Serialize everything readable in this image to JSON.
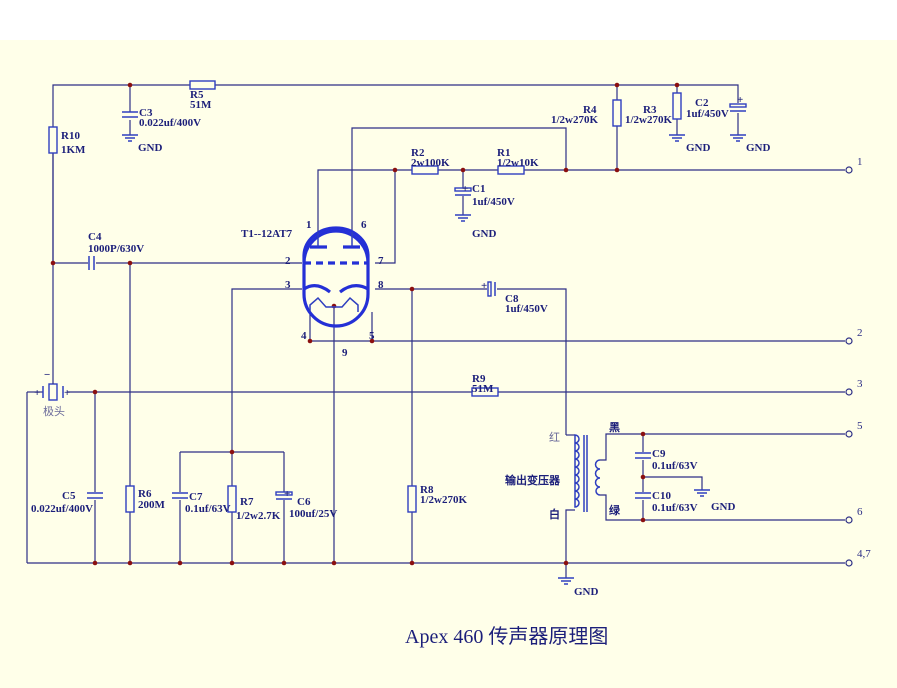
{
  "title": "Apex 460 传声器原理图",
  "tube": {
    "ref": "T1--12AT7",
    "pins": [
      "1",
      "2",
      "3",
      "4",
      "5",
      "6",
      "7",
      "8",
      "9"
    ]
  },
  "components": {
    "R1": {
      "ref": "R1",
      "value": "1/2w10K"
    },
    "R2": {
      "ref": "R2",
      "value": "2w100K"
    },
    "R3": {
      "ref": "R3",
      "value": "1/2w270K"
    },
    "R4": {
      "ref": "R4",
      "value": "1/2w270K"
    },
    "R5": {
      "ref": "R5",
      "value": "51M"
    },
    "R6": {
      "ref": "R6",
      "value": "200M"
    },
    "R7": {
      "ref": "R7",
      "value": "1/2w2.7K"
    },
    "R8": {
      "ref": "R8",
      "value": "1/2w270K"
    },
    "R9": {
      "ref": "R9",
      "value": "51M"
    },
    "R10": {
      "ref": "R10",
      "value": "1KM"
    },
    "C1": {
      "ref": "C1",
      "value": "1uf/450V"
    },
    "C2": {
      "ref": "C2",
      "value": "1uf/450V"
    },
    "C3": {
      "ref": "C3",
      "value": "0.022uf/400V"
    },
    "C4": {
      "ref": "C4",
      "value": "1000P/630V"
    },
    "C5": {
      "ref": "C5",
      "value": "0.022uf/400V"
    },
    "C6": {
      "ref": "C6",
      "value": "100uf/25V"
    },
    "C7": {
      "ref": "C7",
      "value": "0.1uf/63V"
    },
    "C8": {
      "ref": "C8",
      "value": "1uf/450V"
    },
    "C9": {
      "ref": "C9",
      "value": "0.1uf/63V"
    },
    "C10": {
      "ref": "C10",
      "value": "0.1uf/63V"
    }
  },
  "gnd_label": "GND",
  "capsule": {
    "label": "极头",
    "minus": "−",
    "plus": "+"
  },
  "transformer": {
    "label": "输出变压器",
    "red": "红",
    "white": "白",
    "black": "黑",
    "green": "绿"
  },
  "terminals": [
    "1",
    "2",
    "3",
    "5",
    "6",
    "4,7"
  ],
  "polarity_plus": "+"
}
